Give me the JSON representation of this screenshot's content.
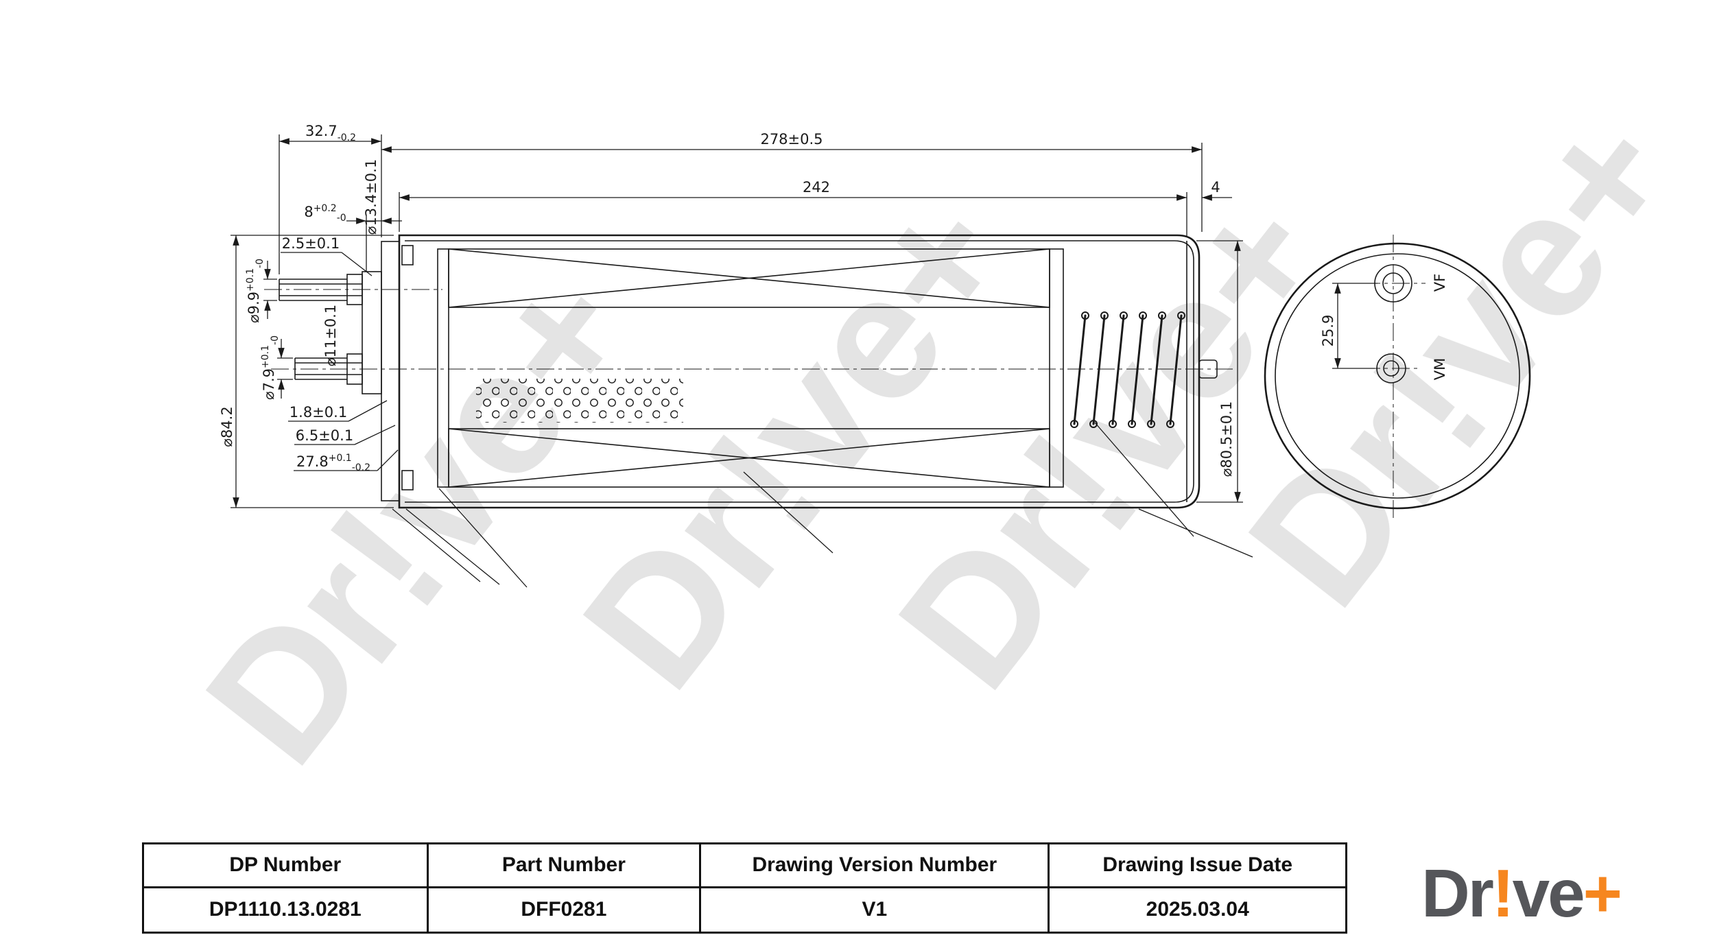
{
  "watermark": {
    "text": "Dr!ve+"
  },
  "logo": {
    "seg1": "Dr",
    "seg2": "!",
    "seg3": "ve",
    "seg4": "+"
  },
  "colors": {
    "ink": "#1a1a1a",
    "logo_gray": "#55565A",
    "logo_orange": "#F6861F"
  },
  "title_block": {
    "headers": [
      "DP Number",
      "Part Number",
      "Drawing Version Number",
      "Drawing Issue Date"
    ],
    "values": [
      "DP1110.13.0281",
      "DFF0281",
      "V1",
      "2025.03.04"
    ]
  },
  "dims": {
    "len_tube": {
      "main": "32.7",
      "sub": "-0.2"
    },
    "len_overall": {
      "main": "278±0.5"
    },
    "len_body": {
      "main": "242"
    },
    "len_end": {
      "main": "4"
    },
    "w8": {
      "main": "8",
      "sup": "+0.2",
      "sub": "-0"
    },
    "d13": {
      "main": "⌀13.4±0.1"
    },
    "w25": {
      "main": "2.5±0.1"
    },
    "d99": {
      "main": "⌀9.9",
      "sup": "+0.1",
      "sub": "-0"
    },
    "d11": {
      "main": "⌀11±0.1"
    },
    "d79": {
      "main": "⌀7.9",
      "sup": "+0.1",
      "sub": "-0"
    },
    "w18": {
      "main": "1.8±0.1"
    },
    "w65": {
      "main": "6.5±0.1"
    },
    "w278": {
      "main": "27.8",
      "sup": "+0.1",
      "sub": "-0.2"
    },
    "d842": {
      "main": "⌀84.2"
    },
    "d805": {
      "main": "⌀80.5±0.1"
    },
    "h259": {
      "main": "25.9"
    },
    "vf": "VF",
    "vm": "VM"
  }
}
